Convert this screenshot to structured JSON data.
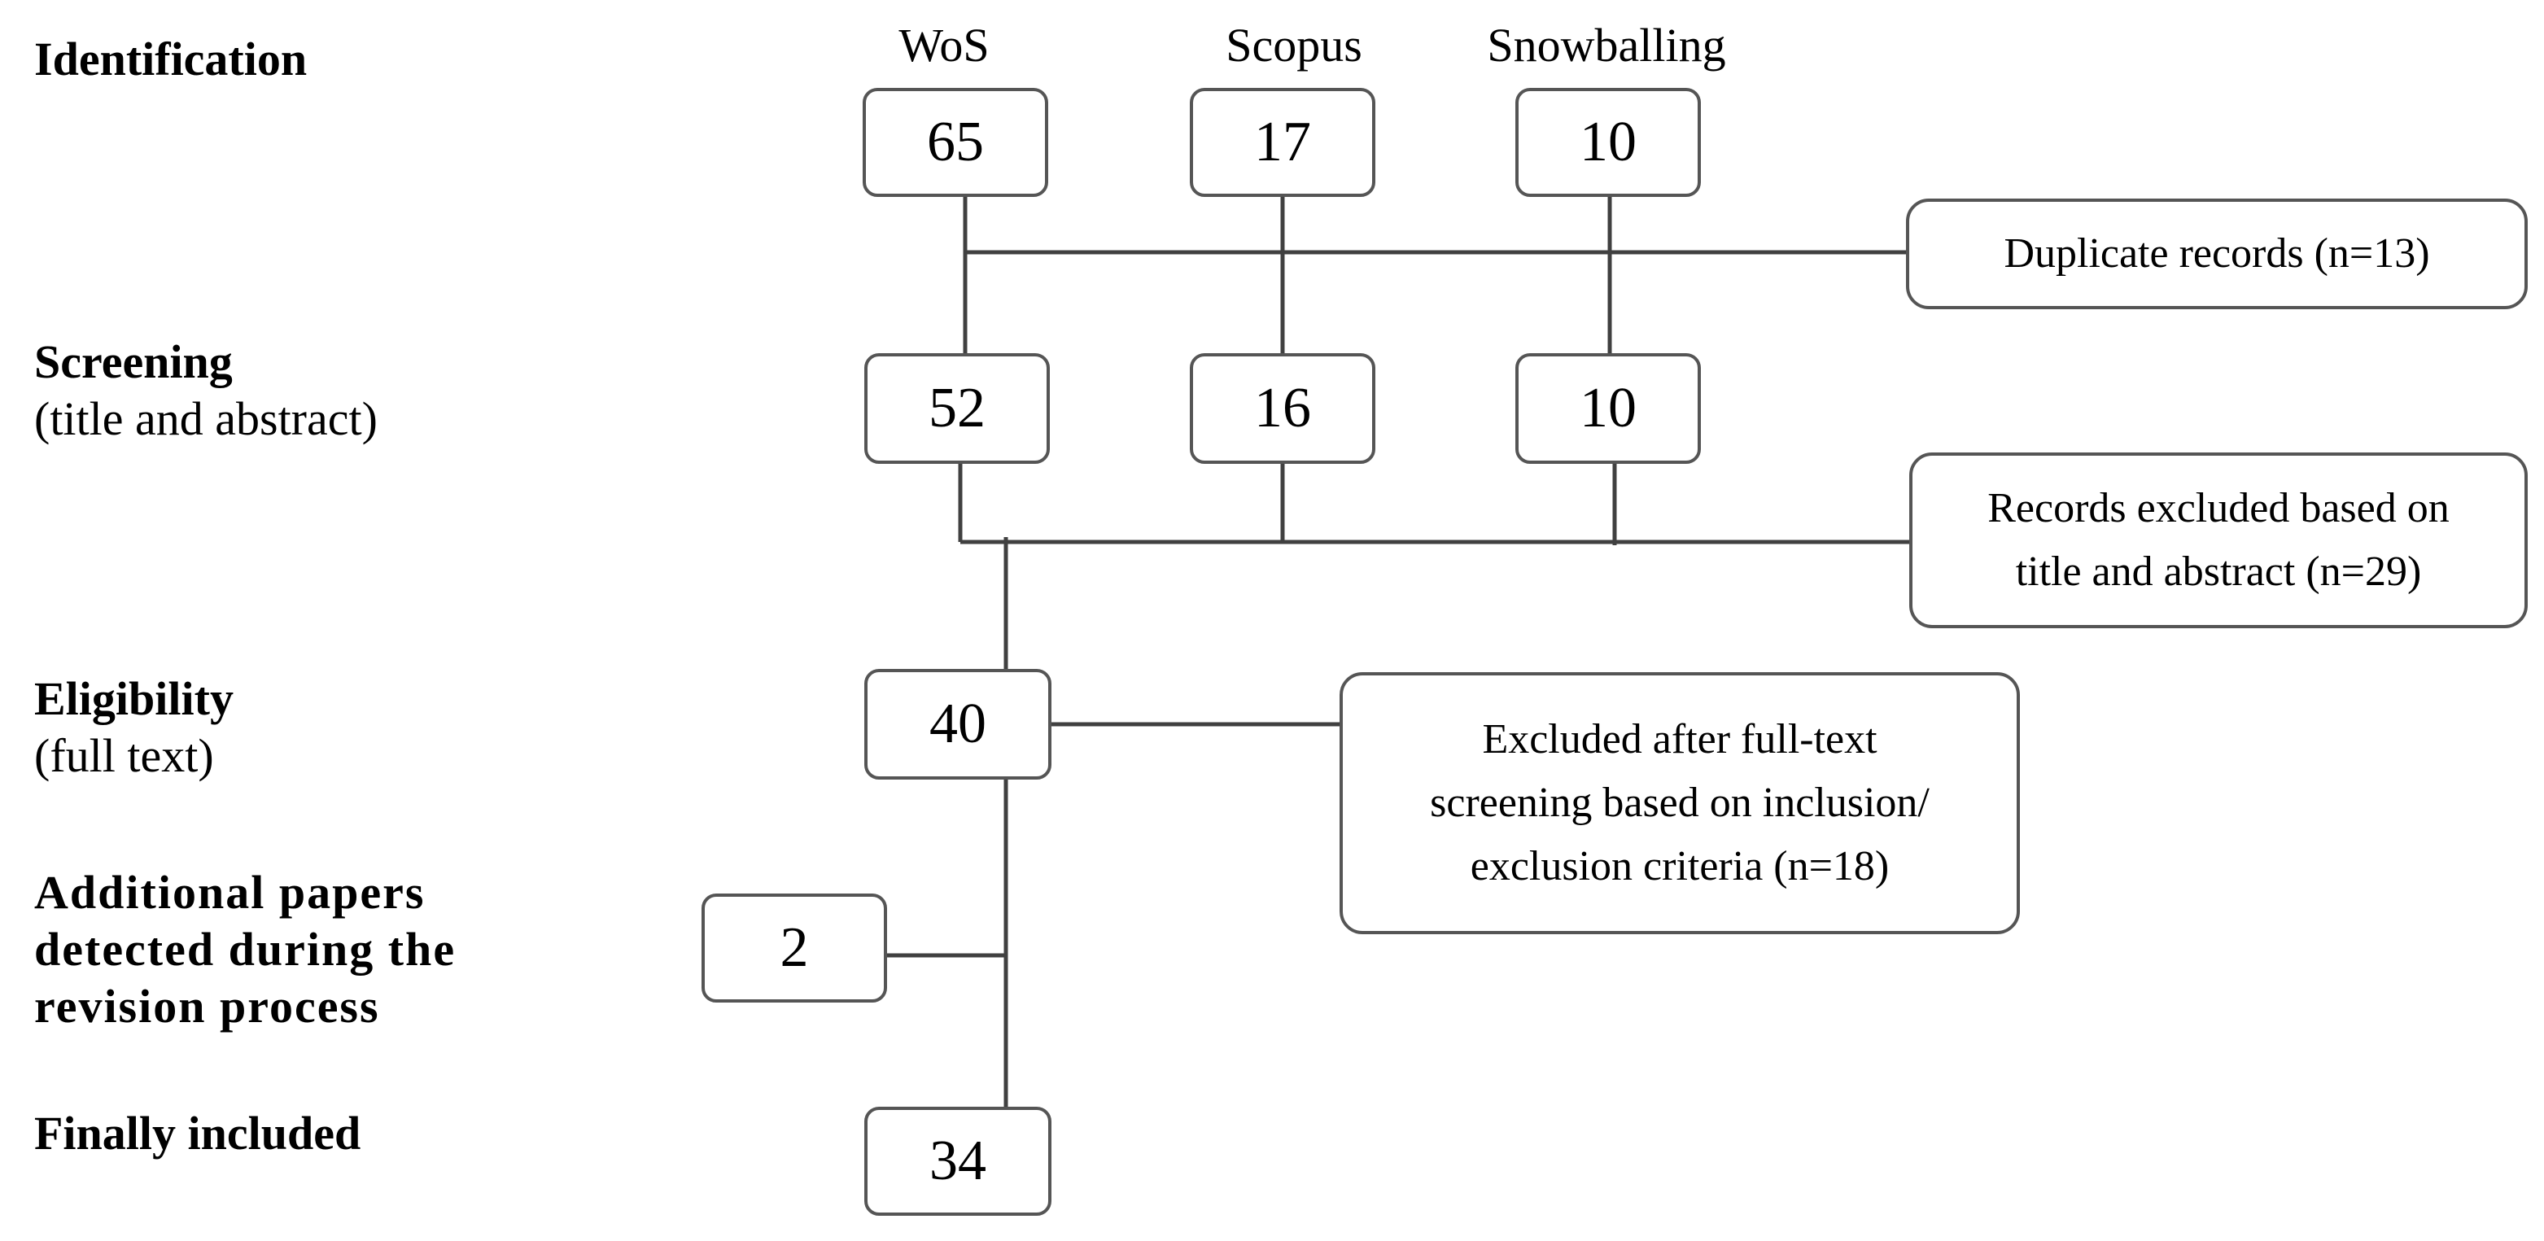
{
  "stages": {
    "identification": {
      "title": "Identification"
    },
    "screening": {
      "title": "Screening",
      "subtitle": "(title and abstract)"
    },
    "eligibility": {
      "title": "Eligibility",
      "subtitle": "(full text)"
    },
    "additional": {
      "line1": "Additional papers",
      "line2": "detected during the",
      "line3": "revision process"
    },
    "final": {
      "title": "Finally included"
    }
  },
  "sources": {
    "wos": "WoS",
    "scopus": "Scopus",
    "snowballing": "Snowballing"
  },
  "counts": {
    "identification": {
      "wos": "65",
      "scopus": "17",
      "snowballing": "10"
    },
    "screening": {
      "wos": "52",
      "scopus": "16",
      "snowballing": "10"
    },
    "eligibility": "40",
    "additional": "2",
    "final": "34"
  },
  "exclusions": {
    "duplicates": "Duplicate records (n=13)",
    "title_abstract": {
      "line1": "Records excluded based on",
      "line2": "title and abstract (n=29)"
    },
    "full_text": {
      "line1": "Excluded after full-text",
      "line2": "screening based on inclusion/",
      "line3": "exclusion criteria (n=18)"
    }
  }
}
